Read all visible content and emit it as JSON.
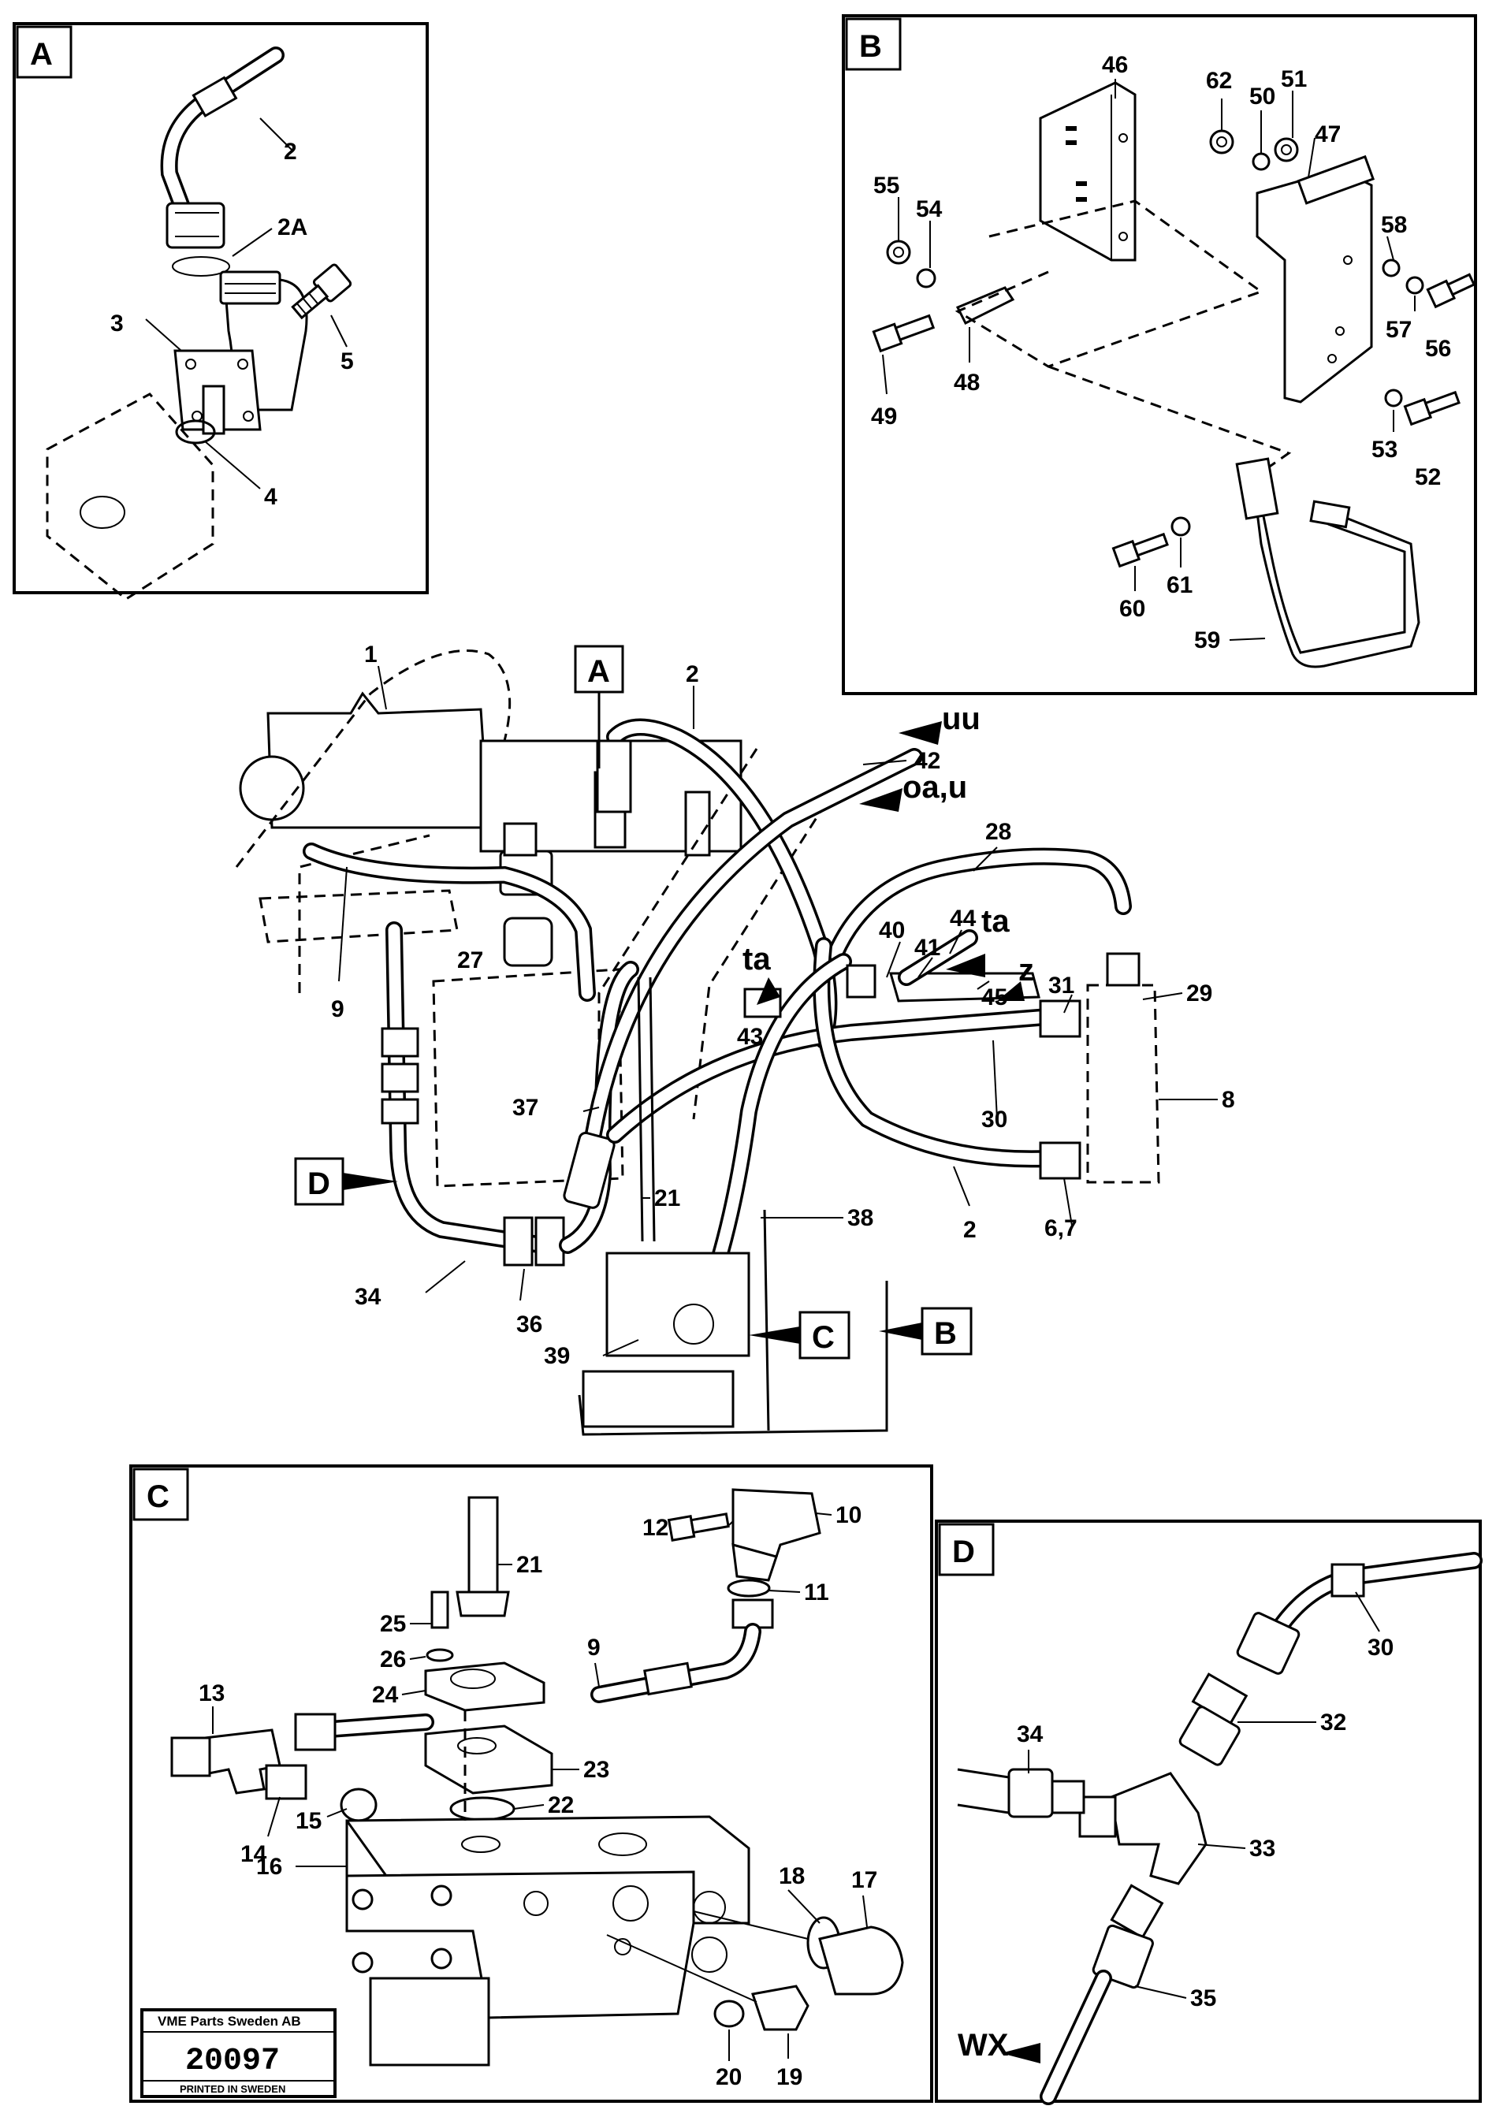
{
  "panels": {
    "a": {
      "label": "A",
      "callouts": [
        "2",
        "2A",
        "3",
        "5",
        "4"
      ]
    },
    "b": {
      "label": "B",
      "callouts": [
        "46",
        "62",
        "50",
        "51",
        "47",
        "55",
        "54",
        "58",
        "57",
        "56",
        "49",
        "48",
        "53",
        "52",
        "60",
        "61",
        "59"
      ]
    },
    "c": {
      "label": "C",
      "callouts": [
        "21",
        "12",
        "10",
        "11",
        "25",
        "26",
        "9",
        "24",
        "13",
        "23",
        "22",
        "14",
        "15",
        "16",
        "18",
        "17",
        "20",
        "19"
      ]
    },
    "d": {
      "label": "D",
      "callouts": [
        "30",
        "34",
        "32",
        "33",
        "35"
      ],
      "code": "WX"
    }
  },
  "main": {
    "callouts": [
      "1",
      "2",
      "42",
      "28",
      "9",
      "27",
      "40",
      "41",
      "44",
      "45",
      "29",
      "31",
      "43",
      "8",
      "37",
      "30",
      "21",
      "2",
      "38",
      "6,7",
      "34",
      "36",
      "39"
    ],
    "codes": [
      "uu",
      "oa,u",
      "ta",
      "ta",
      "z"
    ],
    "refs": [
      "A",
      "D",
      "C",
      "B"
    ]
  },
  "stamp": {
    "company": "VME Parts Sweden AB",
    "number": "20097",
    "printed": "PRINTED IN SWEDEN"
  }
}
